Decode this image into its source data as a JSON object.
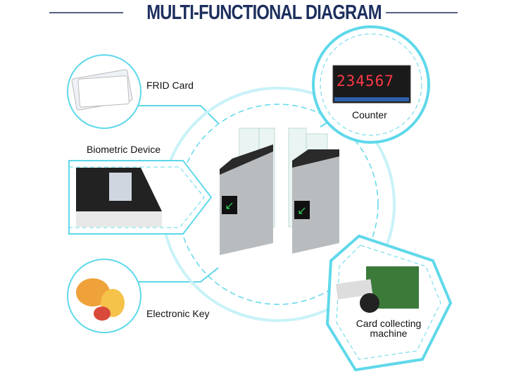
{
  "title": "MULTI-FUNCTIONAL DIAGRAM",
  "center": {
    "name": "turnstile-gate"
  },
  "items": [
    {
      "label": "FRID Card"
    },
    {
      "label": "Biometric Device"
    },
    {
      "label": "Electronic Key"
    },
    {
      "label": "Counter",
      "display": "234567"
    },
    {
      "label": "Card collecting machine"
    }
  ],
  "colors": {
    "accent": "#5fd8ea",
    "title": "#1d2f5e"
  }
}
